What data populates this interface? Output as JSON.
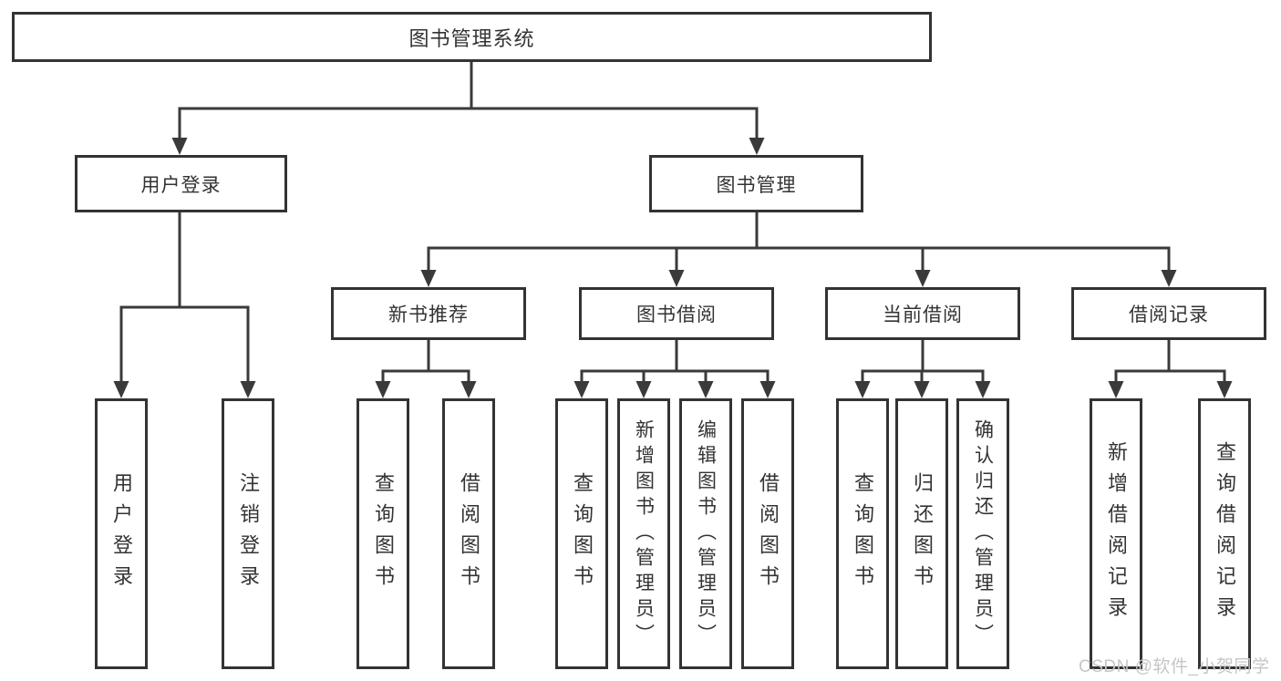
{
  "diagram": {
    "root": {
      "label": "图书管理系统"
    },
    "branches": [
      {
        "label": "用户登录",
        "children": [
          {
            "label": "用户登录"
          },
          {
            "label": "注销登录"
          }
        ]
      },
      {
        "label": "图书管理",
        "children": [
          {
            "label": "新书推荐",
            "children": [
              {
                "label": "查询图书"
              },
              {
                "label": "借阅图书"
              }
            ]
          },
          {
            "label": "图书借阅",
            "children": [
              {
                "label": "查询图书"
              },
              {
                "label": "新增图书（管理员）"
              },
              {
                "label": "编辑图书（管理员）"
              },
              {
                "label": "借阅图书"
              }
            ]
          },
          {
            "label": "当前借阅",
            "children": [
              {
                "label": "查询图书"
              },
              {
                "label": "归还图书"
              },
              {
                "label": "确认归还（管理员）"
              }
            ]
          },
          {
            "label": "借阅记录",
            "children": [
              {
                "label": "新增借阅记录"
              },
              {
                "label": "查询借阅记录"
              }
            ]
          }
        ]
      }
    ]
  },
  "watermark": "CSDN @软件_小贺同学",
  "colors": {
    "border": "#333333",
    "line": "#3a3a3a",
    "text": "#333333",
    "watermark": "#c6c6c6",
    "bg": "#ffffff"
  }
}
